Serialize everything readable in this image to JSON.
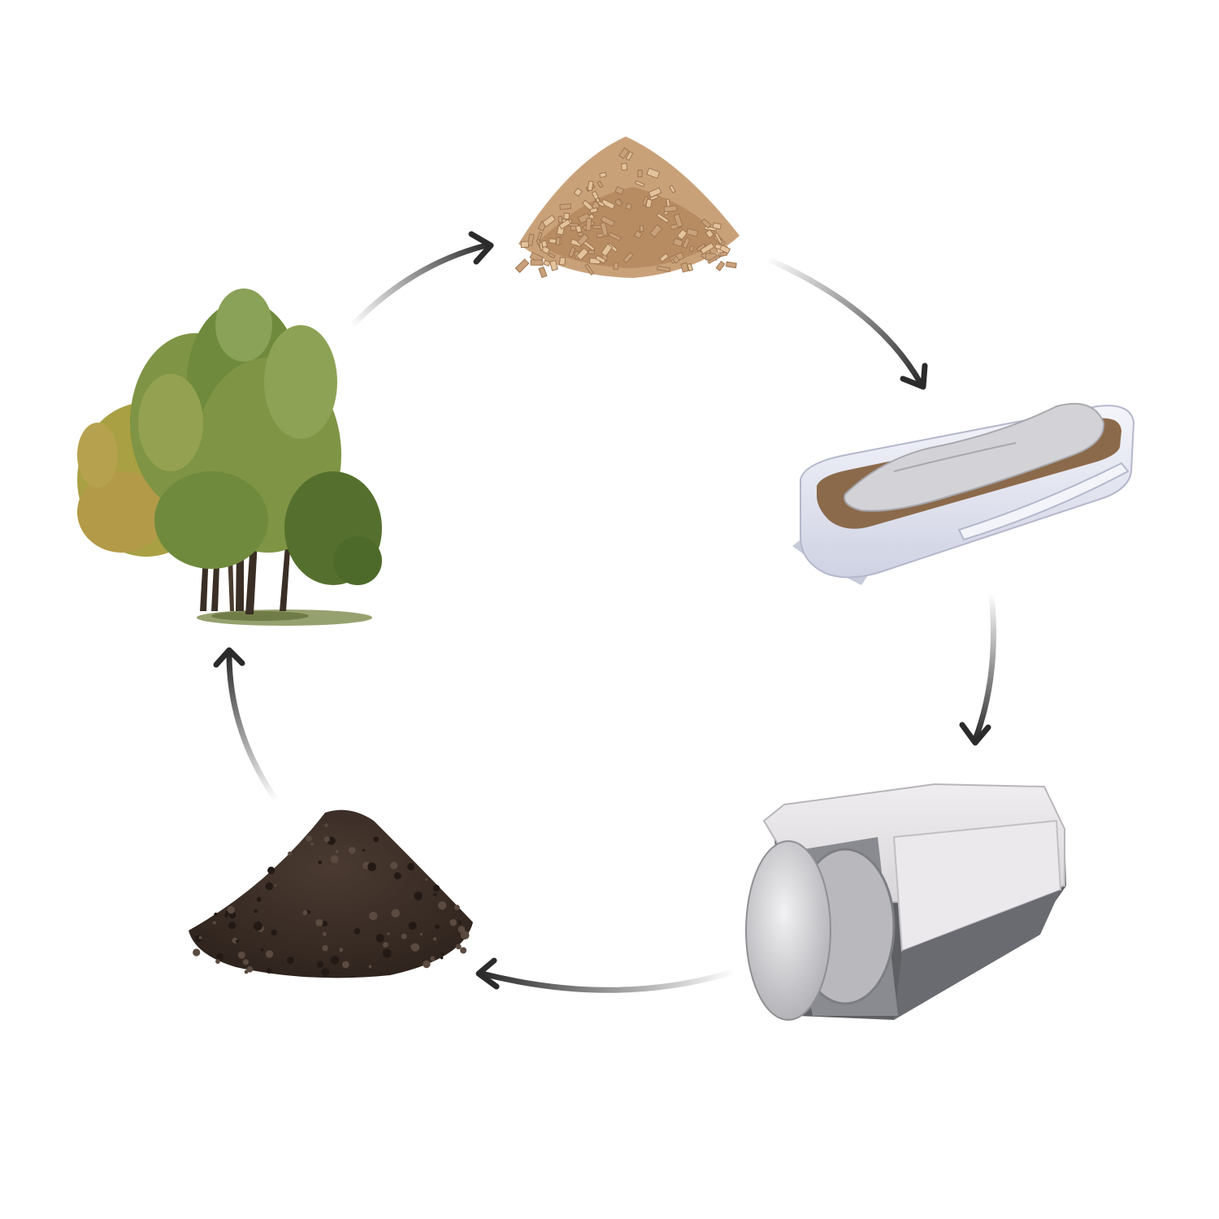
{
  "diagram": {
    "type": "cycle",
    "nodes": [
      {
        "id": "tree",
        "icon": "tree-icon"
      },
      {
        "id": "wood-chips",
        "icon": "wood-chips-icon"
      },
      {
        "id": "body-cradle",
        "icon": "cradle-icon"
      },
      {
        "id": "vessel",
        "icon": "vessel-icon"
      },
      {
        "id": "soil",
        "icon": "soil-icon"
      }
    ],
    "edges": [
      {
        "from": "tree",
        "to": "wood-chips"
      },
      {
        "from": "wood-chips",
        "to": "body-cradle"
      },
      {
        "from": "body-cradle",
        "to": "vessel"
      },
      {
        "from": "vessel",
        "to": "soil"
      },
      {
        "from": "soil",
        "to": "tree"
      }
    ],
    "colors": {
      "background": "#ffffff",
      "arrow": "#2b2b2b",
      "foliage": "#7f9444",
      "foliage_dark": "#55702e",
      "foliage_autumn": "#a8a042",
      "trunk": "#3a2f25",
      "grass": "#7c8a4c",
      "wood_chip": "#c9a179",
      "wood_chip_dark": "#9e7551",
      "cradle": "#e6e8f2",
      "shroud": "#cfcfd3",
      "vessel_body": "#dad7dc",
      "vessel_dark": "#5f6064",
      "soil": "#3b2e27",
      "soil_light": "#5a4a40"
    }
  }
}
